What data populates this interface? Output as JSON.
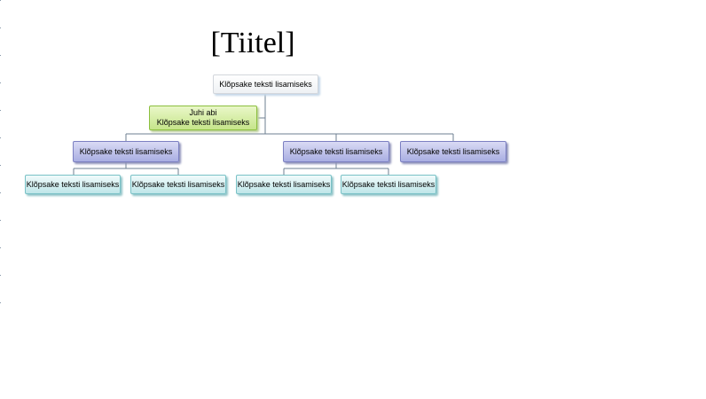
{
  "slide": {
    "title": "[Tiitel]"
  },
  "org_chart": {
    "top": {
      "label": "Klõpsake teksti lisamiseks"
    },
    "assistant": {
      "line1": "Juhi abi",
      "line2": "Klõpsake teksti lisamiseks"
    },
    "managers": [
      {
        "label": "Klõpsake teksti lisamiseks"
      },
      {
        "label": "Klõpsake teksti lisamiseks"
      },
      {
        "label": "Klõpsake teksti lisamiseks"
      }
    ],
    "leaves": [
      {
        "label": "Klõpsake teksti lisamiseks"
      },
      {
        "label": "Klõpsake teksti lisamiseks"
      },
      {
        "label": "Klõpsake teksti lisamiseks"
      },
      {
        "label": "Klõpsake teksti lisamiseks"
      }
    ]
  }
}
